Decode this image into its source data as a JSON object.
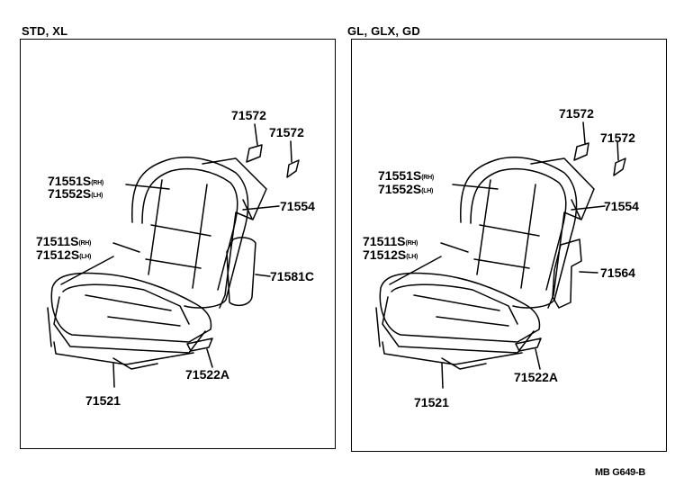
{
  "diagram": {
    "left_panel": {
      "heading": "STD, XL",
      "parts": {
        "headrest_bracket_a": "71572",
        "headrest_bracket_b": "71572",
        "back_cover_rh": "71551S",
        "back_cover_lh": "71552S",
        "back_side_cover": "71554",
        "cushion_cover_rh": "71511S",
        "cushion_cover_lh": "71512S",
        "side_pad": "71581C",
        "cushion_pad": "71522A",
        "cushion_frame": "71521"
      }
    },
    "right_panel": {
      "heading": "GL, GLX, GD",
      "parts": {
        "headrest_bracket_a": "71572",
        "headrest_bracket_b": "71572",
        "back_cover_rh": "71551S",
        "back_cover_lh": "71552S",
        "back_side_cover": "71554",
        "cushion_cover_rh": "71511S",
        "cushion_cover_lh": "71512S",
        "side_pad": "71564",
        "cushion_pad": "71522A",
        "cushion_frame": "71521"
      }
    },
    "suffix_rh": "(RH)",
    "suffix_lh": "(LH)",
    "figure_code": "MB G649-B"
  }
}
